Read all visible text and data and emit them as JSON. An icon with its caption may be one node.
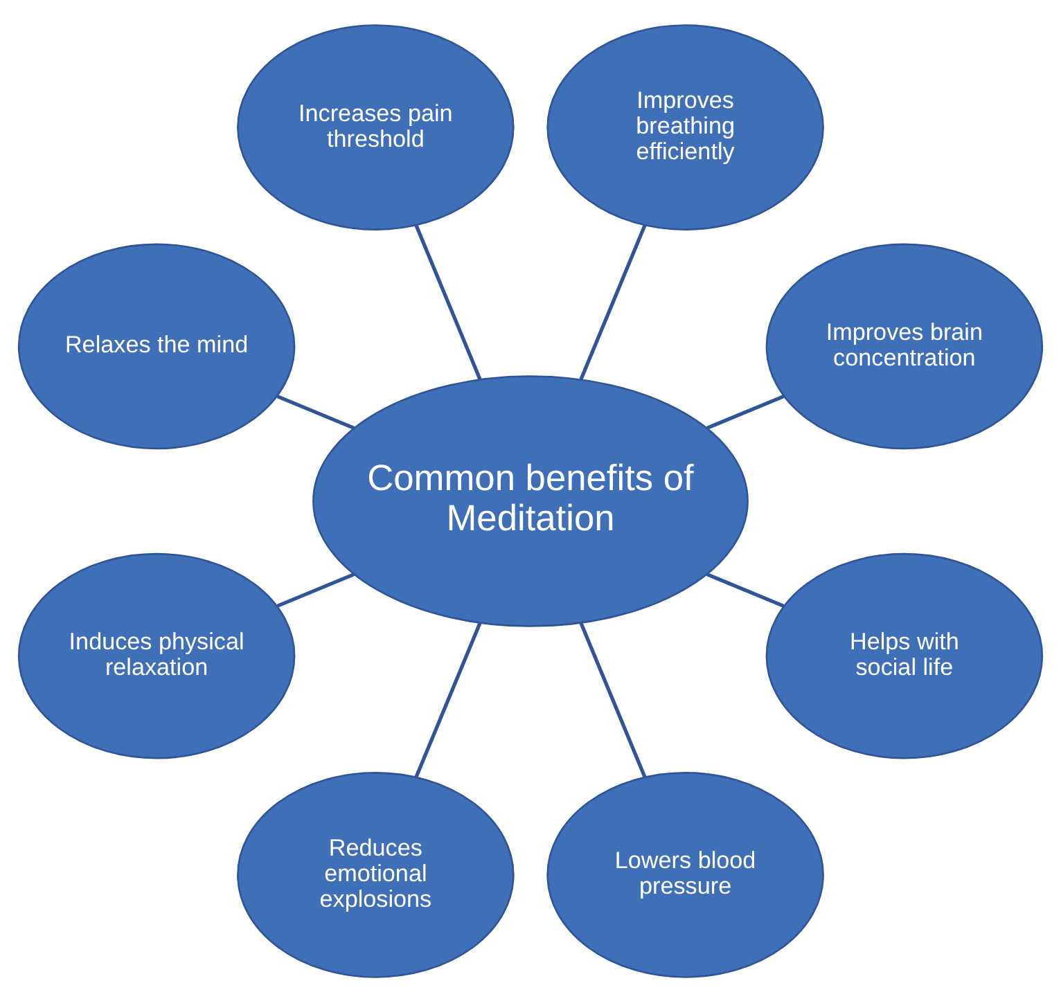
{
  "diagram": {
    "nodes": [
      {
        "text": [
          "Common benefits of Meditation"
        ]
      },
      {
        "text": [
          "Improves brain concentration"
        ]
      },
      {
        "text": [
          "Improves breathing efficiently"
        ]
      },
      {
        "text": [
          "Increases pain threshold"
        ]
      },
      {
        "text": [
          "Relaxes the mind"
        ]
      },
      {
        "text": [
          "Induces physical relaxation"
        ]
      },
      {
        "text": [
          "Reduces emotional explosions"
        ]
      },
      {
        "text": [
          "Lowers blood pressure"
        ]
      },
      {
        "text": [
          "Helps with social life"
        ]
      }
    ],
    "edges": [
      {
        "from": 0,
        "to": 1,
        "arrow": "none"
      },
      {
        "from": 0,
        "to": 2,
        "arrow": "none"
      },
      {
        "from": 0,
        "to": 3,
        "arrow": "none"
      },
      {
        "from": 0,
        "to": 4,
        "arrow": "none"
      },
      {
        "from": 0,
        "to": 5,
        "arrow": "none"
      },
      {
        "from": 0,
        "to": 6,
        "arrow": "none"
      },
      {
        "from": 0,
        "to": 7,
        "arrow": "none"
      },
      {
        "from": 0,
        "to": 8,
        "arrow": "none"
      }
    ]
  }
}
